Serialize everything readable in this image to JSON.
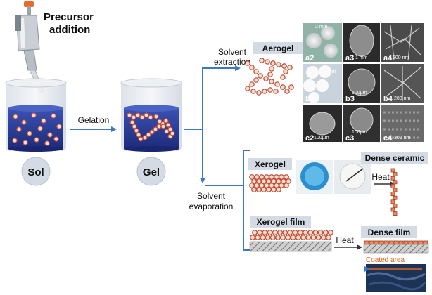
{
  "labels": {
    "precursor_line1": "Precursor",
    "precursor_line2": "addition",
    "gelation": "Gelation",
    "sol": "Sol",
    "gel": "Gel",
    "solvent_extraction_line1": "Solvent",
    "solvent_extraction_line2": "extraction",
    "solvent_evaporation_line1": "Solvent",
    "solvent_evaporation_line2": "evaporation",
    "aerogel": "Aerogel",
    "xerogel": "Xerogel",
    "xerogel_film": "Xerogel film",
    "dense_ceramic": "Dense ceramic",
    "dense_film": "Dense film",
    "heat_ceramic": "Heat",
    "heat_film": "Heat",
    "coated_area": "Coated area"
  },
  "panels": [
    {
      "id": "a2",
      "scale": "2 mm"
    },
    {
      "id": "a3",
      "scale": "1 mm"
    },
    {
      "id": "a4",
      "scale": "200 nm"
    },
    {
      "id": "b2",
      "scale": "2 mm"
    },
    {
      "id": "b3",
      "scale": "500µm"
    },
    {
      "id": "b4",
      "scale": "200 nm"
    },
    {
      "id": "c2",
      "scale": "100µm"
    },
    {
      "id": "c3",
      "scale": "100µm"
    },
    {
      "id": "c4",
      "scale": "300 nm"
    }
  ],
  "colors": {
    "arrow": "#3a78c2",
    "liquid": "#2a3f9e",
    "particle_fill": "#f7dcc6",
    "particle_stroke": "#c0473a",
    "label_box": "#d4dbe4",
    "orange_text": "#e0651c"
  }
}
